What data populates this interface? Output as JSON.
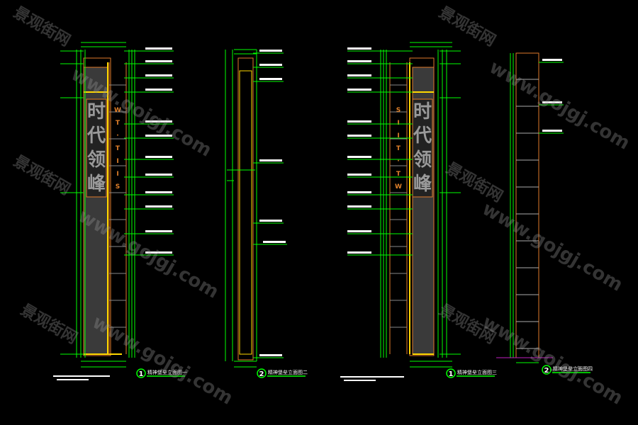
{
  "colors": {
    "bg": "#000000",
    "green": "#00ff00",
    "orange": "#e07a2a",
    "yellow": "#ffd800",
    "panel": "#3a3a3a",
    "white": "#ffffff",
    "magenta": "#c020c0",
    "letter": "#e0802a",
    "hanzi": "#9a9a9a"
  },
  "sign": {
    "hanzi": [
      "时",
      "代",
      "领",
      "峰"
    ],
    "letters": [
      "W",
      "T",
      "·",
      "T",
      "I",
      "I",
      "S"
    ]
  },
  "views": [
    {
      "number": "1",
      "title": "精神堡垒立面图一"
    },
    {
      "number": "2",
      "title": "精神堡垒立面图二"
    },
    {
      "number": "1",
      "title": "精神堡垒立面图三"
    },
    {
      "number": "2",
      "title": "精神堡垒立面图四"
    }
  ],
  "watermark": {
    "cn": "景观街网",
    "url": "www.gojgj.com"
  }
}
